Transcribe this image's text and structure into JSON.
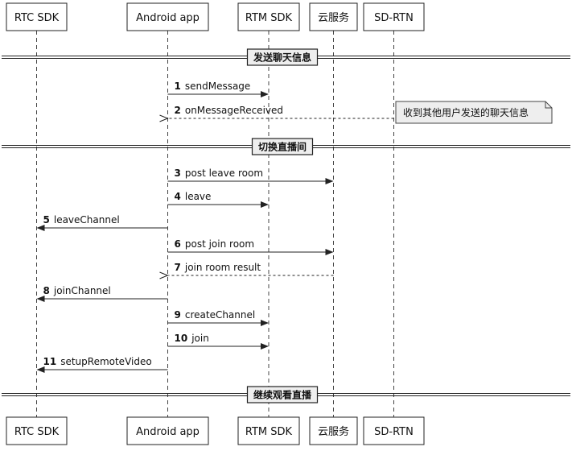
{
  "participants": [
    {
      "id": "rtc",
      "label": "RTC SDK"
    },
    {
      "id": "app",
      "label": "Android app"
    },
    {
      "id": "rtm",
      "label": "RTM SDK"
    },
    {
      "id": "cloud",
      "label": "云服务"
    },
    {
      "id": "sdrtn",
      "label": "SD-RTN"
    }
  ],
  "dividers": [
    {
      "label": "发送聊天信息"
    },
    {
      "label": "切换直播间"
    },
    {
      "label": "继续观看直播"
    }
  ],
  "messages": [
    {
      "num": "1",
      "text": "sendMessage",
      "from": "app",
      "to": "rtm",
      "dashed": false
    },
    {
      "num": "2",
      "text": "onMessageReceived",
      "from": "sdrtn",
      "to": "app",
      "dashed": true
    },
    {
      "num": "3",
      "text": "post leave room",
      "from": "app",
      "to": "cloud",
      "dashed": false
    },
    {
      "num": "4",
      "text": "leave",
      "from": "app",
      "to": "rtm",
      "dashed": false
    },
    {
      "num": "5",
      "text": "leaveChannel",
      "from": "app",
      "to": "rtc",
      "dashed": false
    },
    {
      "num": "6",
      "text": "post join room",
      "from": "app",
      "to": "cloud",
      "dashed": false
    },
    {
      "num": "7",
      "text": "join room result",
      "from": "cloud",
      "to": "app",
      "dashed": true
    },
    {
      "num": "8",
      "text": "joinChannel",
      "from": "app",
      "to": "rtc",
      "dashed": false
    },
    {
      "num": "9",
      "text": "createChannel",
      "from": "app",
      "to": "rtm",
      "dashed": false
    },
    {
      "num": "10",
      "text": "join",
      "from": "app",
      "to": "rtm",
      "dashed": false
    },
    {
      "num": "11",
      "text": "setupRemoteVideo",
      "from": "app",
      "to": "rtc",
      "dashed": false
    }
  ],
  "note": {
    "text": "收到其他用户发送的聊天信息"
  }
}
